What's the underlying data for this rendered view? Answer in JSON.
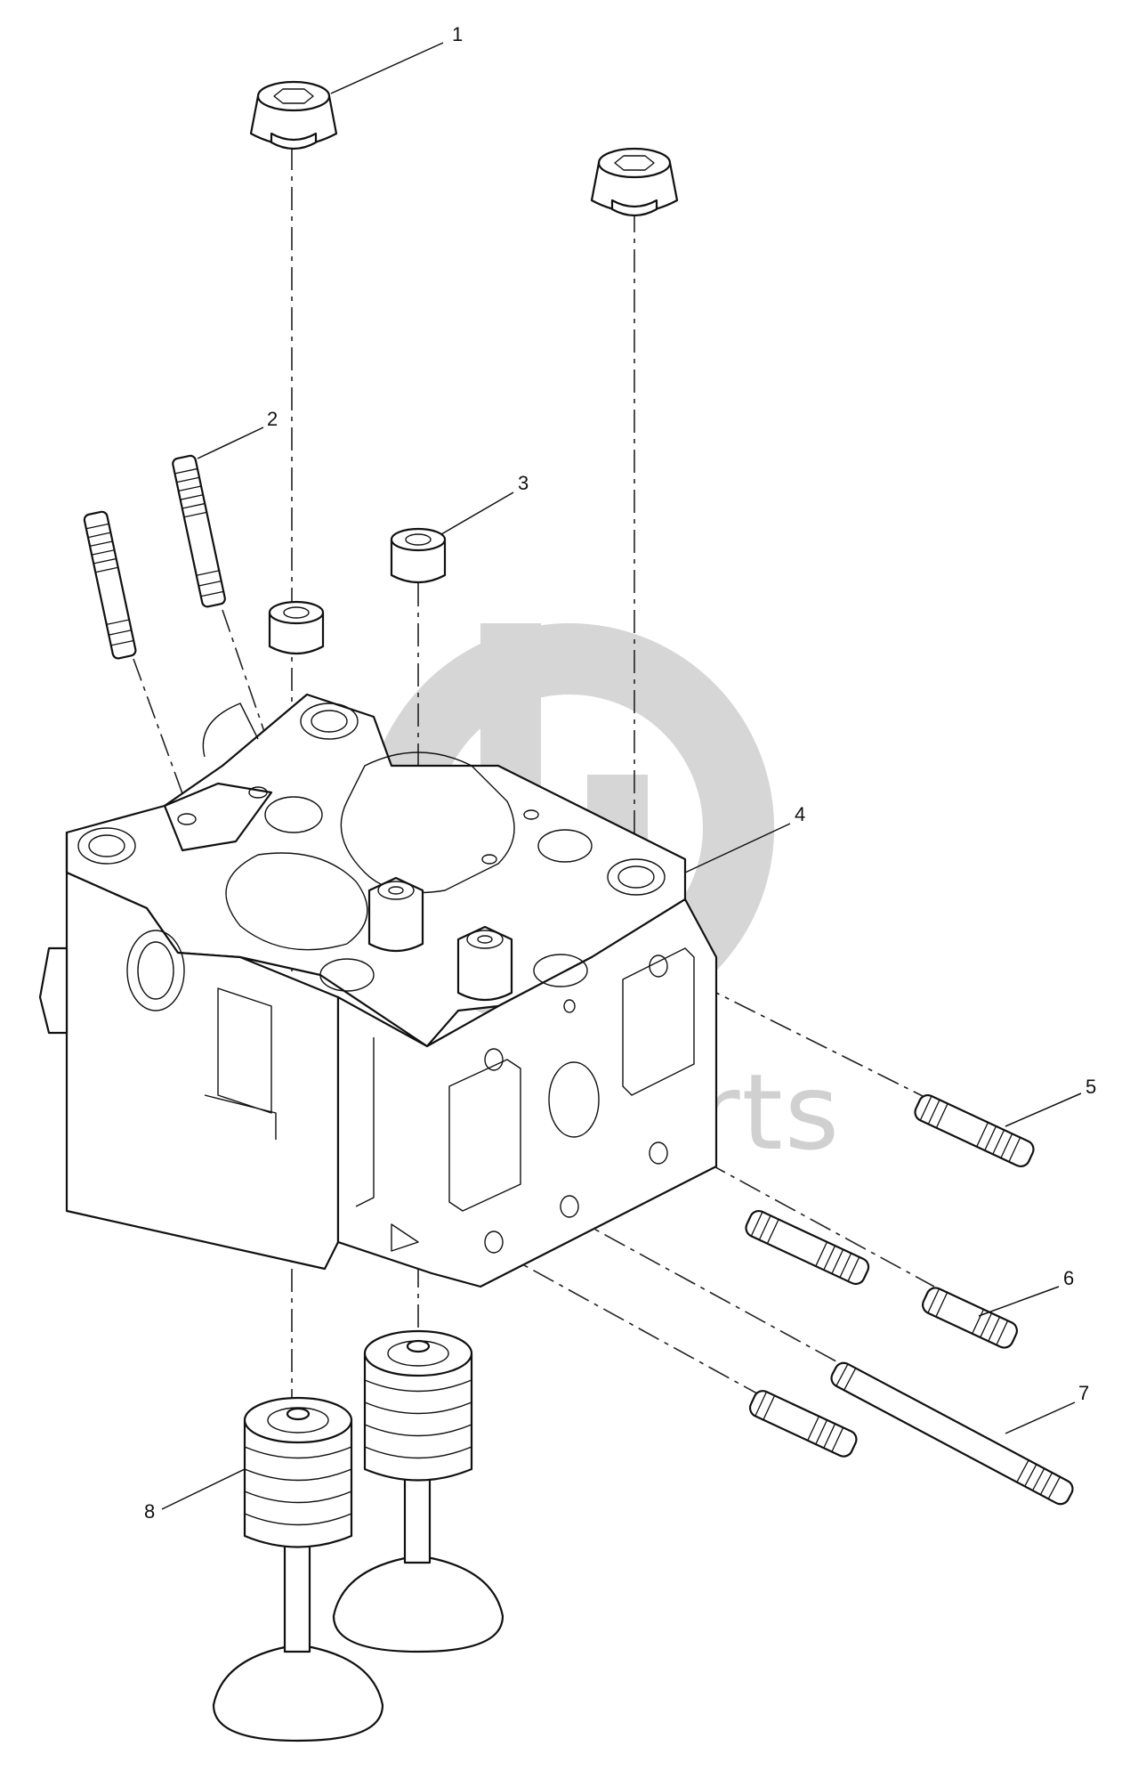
{
  "watermark": {
    "text": "daca-parts",
    "color": "#d0d0d0"
  },
  "callouts": [
    {
      "id": "1",
      "label": "1"
    },
    {
      "id": "2",
      "label": "2"
    },
    {
      "id": "3",
      "label": "3"
    },
    {
      "id": "4",
      "label": "4"
    },
    {
      "id": "5",
      "label": "5"
    },
    {
      "id": "6",
      "label": "6"
    },
    {
      "id": "7",
      "label": "7"
    },
    {
      "id": "8",
      "label": "8"
    }
  ],
  "colors": {
    "line": "#111111",
    "background": "#ffffff",
    "watermark_logo": "#d6d6d6"
  }
}
